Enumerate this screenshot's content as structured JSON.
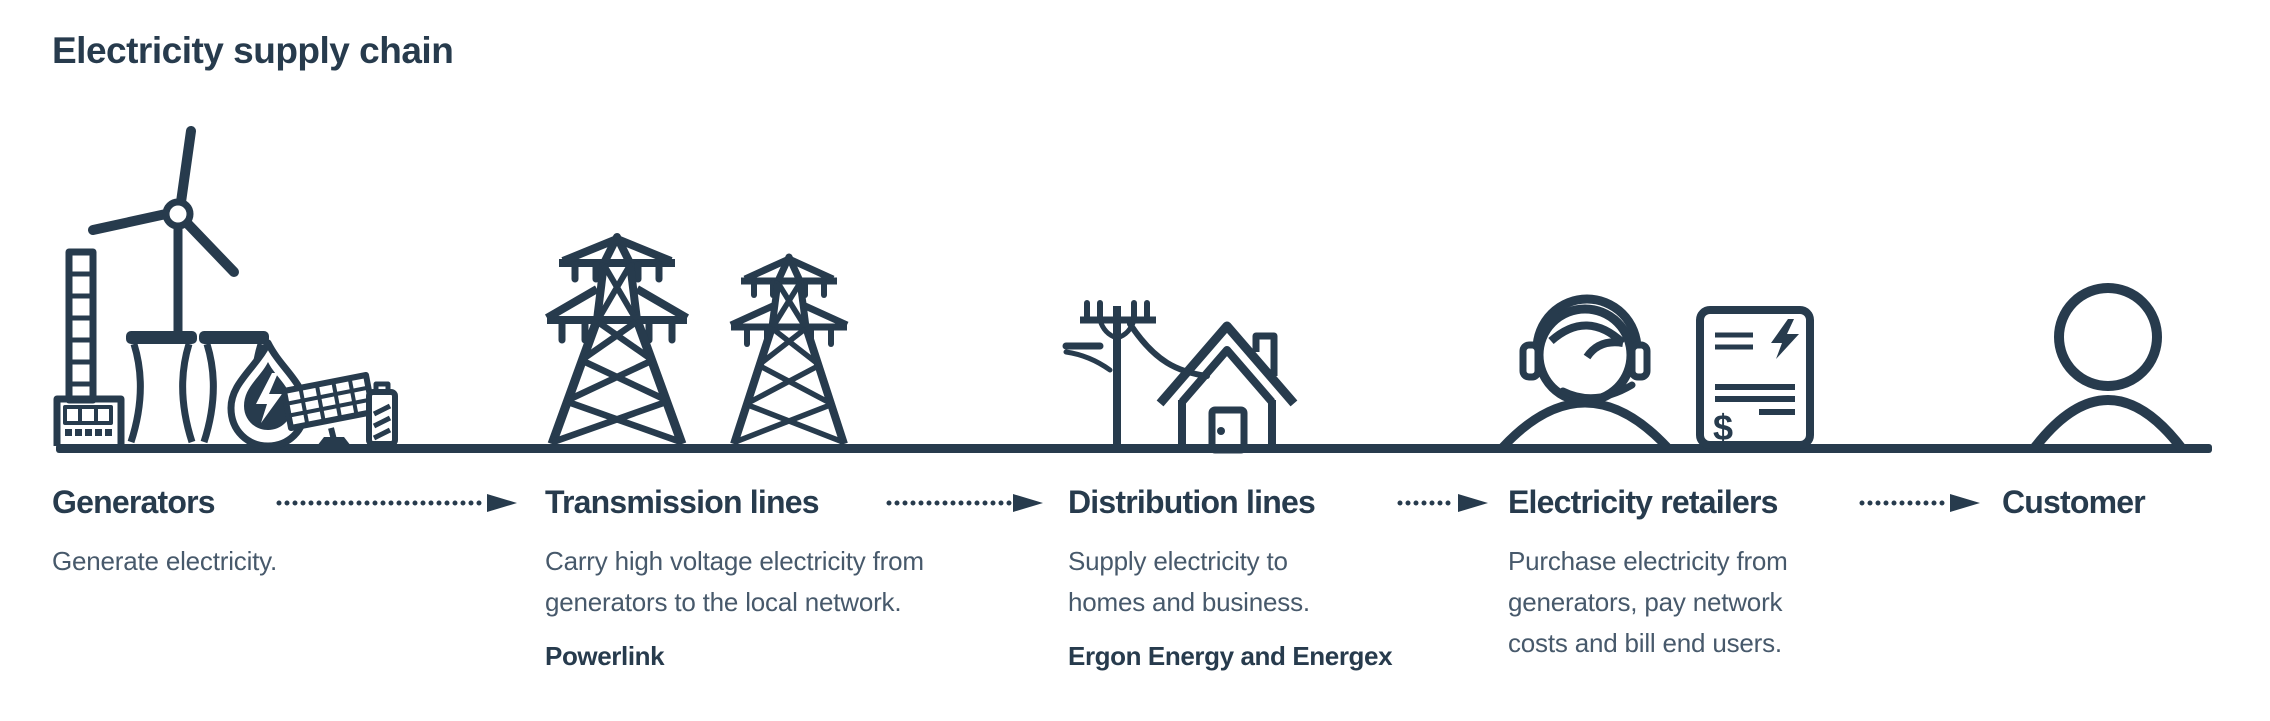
{
  "title": "Electricity supply chain",
  "colors": {
    "ink": "#273B4D",
    "body_text": "#47596B",
    "background": "#FFFFFF"
  },
  "stages": [
    {
      "label": "Generators",
      "description": "Generate electricity.",
      "sublabel": "",
      "icon": "generation-sources-icon"
    },
    {
      "label": "Transmission lines",
      "description": "Carry high voltage electricity from\ngenerators to the local network.",
      "sublabel": "Powerlink",
      "icon": "transmission-towers-icon"
    },
    {
      "label": "Distribution lines",
      "description": "Supply electricity to\nhomes and business.",
      "sublabel": "Ergon Energy and Energex",
      "icon": "power-pole-and-house-icon"
    },
    {
      "label": "Electricity retailers",
      "description": "Purchase electricity from\ngenerators, pay network\ncosts and bill end users.",
      "sublabel": "",
      "icon": "call-centre-agent-and-bill-icon"
    },
    {
      "label": "Customer",
      "description": "",
      "sublabel": "",
      "icon": "person-icon"
    }
  ],
  "bill": {
    "currency_symbol": "$"
  }
}
